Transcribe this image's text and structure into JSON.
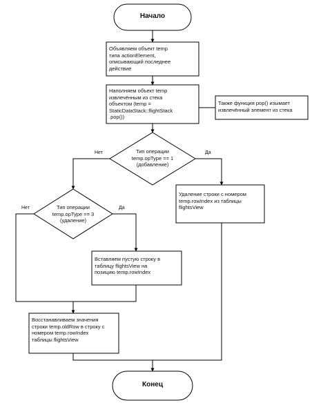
{
  "diagram": {
    "start_label": "Начало",
    "end_label": "Конец",
    "step1": "Объявляем объект temp\nтипа actionElement,\nописывающий последнее\nдействие",
    "step2": "Наполняем объект temp\nизвлечённым из стека\nобъектом (temp =\nStaticDataStack::flightStack\n.pop())",
    "note": "Также функция pop() изымает\nизвлечённый элемент из стека",
    "cond1": "Тип операции\ntemp.opType == 1\n(добавление)",
    "cond2": "Тип операции\ntemp.opType == 3\n(удаление)",
    "yes": "Да",
    "no": "Нет",
    "action_delete": "Удаление строки с номером\ntemp.rowIndex из таблицы\nflightsView",
    "action_insert": "Вставляем пустую строку в\nтаблицу flightsView на\nпозицию temp.rowIndex",
    "action_restore": "Восстанавливаем значения\nстроки temp.oldRow в строку с\nномером temp.rowIndex\nтаблицы flightsView"
  }
}
